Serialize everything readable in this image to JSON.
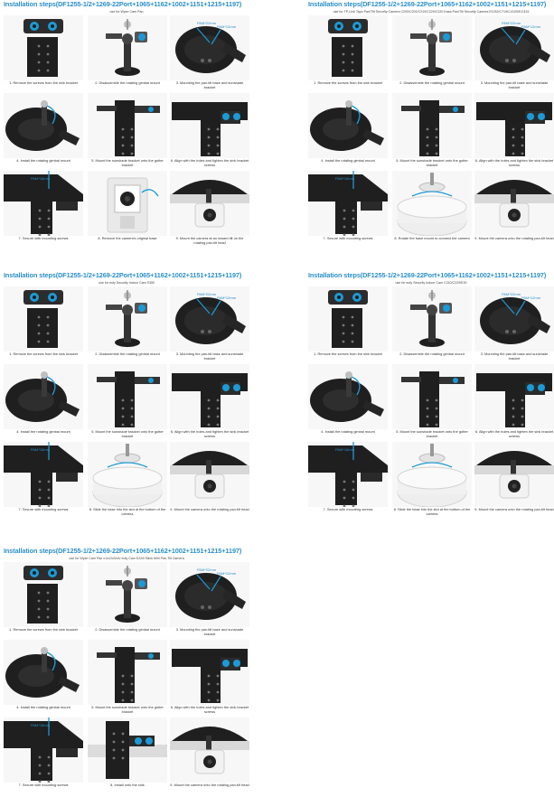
{
  "panels": [
    {
      "title": "Installation steps(DF1255-1/2+1269-22Port+1065+1162+1002+1151+1215+1197)",
      "subtitle": "use for Wyze Cam Pan",
      "steps": [
        {
          "caption": "1. Remove the screws from the sink bracket",
          "scene": "bracket-plate"
        },
        {
          "caption": "2. Disassemble the rotating gimbal mount",
          "scene": "gimbal"
        },
        {
          "caption": "3. Mounting the pan-tilt base and sunshade bracket",
          "scene": "shade",
          "labels": [
            "PAM*22mm",
            "PAM*12mm"
          ]
        },
        {
          "caption": "4. Install the rotating gimbal mount",
          "scene": "shade-gimbal"
        },
        {
          "caption": "5. Mount the sunshade bracket onto the gutter bracket",
          "scene": "gutter"
        },
        {
          "caption": "6. Align with the holes and tighten the sink bracket screws",
          "scene": "align"
        },
        {
          "caption": "7. Secure with mounting screws",
          "scene": "secure",
          "labels": [
            "PAM*18mm"
          ]
        },
        {
          "caption": "8. Remove the camera's original base",
          "scene": "camera-remove"
        },
        {
          "caption": "9. Mount the camera at an inward tilt on the rotating pan-tilt head",
          "scene": "mounted"
        }
      ]
    },
    {
      "title": "Installation steps(DF1255-1/2+1269-22Port+1065+1162+1002+1151+1215+1197)",
      "subtitle": "use for TP-Link Tapo Pan/Tilt Security Camera C200/C201/C210/C220/C220 Kasa Pan/Tilt Security Camera EC/52/C71/KC410S/KC415",
      "steps": [
        {
          "caption": "1. Remove the screws from the sink bracket",
          "scene": "bracket-plate"
        },
        {
          "caption": "2. Disassemble the rotating gimbal mount",
          "scene": "gimbal"
        },
        {
          "caption": "3. Mounting the pan-tilt base and sunshade bracket",
          "scene": "shade",
          "labels": [
            "PAM*22mm",
            "PAM*12mm"
          ]
        },
        {
          "caption": "4. Install the rotating gimbal mount",
          "scene": "shade-gimbal"
        },
        {
          "caption": "5. Mount the sunshade bracket onto the gutter bracket",
          "scene": "gutter"
        },
        {
          "caption": "6. Align with the holes and tighten the sink bracket screws",
          "scene": "align"
        },
        {
          "caption": "7. Secure with mounting screws",
          "scene": "secure",
          "labels": [
            "PAM*18mm"
          ]
        },
        {
          "caption": "8. Rotate the base mount to connect the camera",
          "scene": "base-rotate"
        },
        {
          "caption": "9. Mount the camera onto the rotating pan-tilt head",
          "scene": "mounted"
        }
      ]
    },
    {
      "title": "Installation steps(DF1255-1/2+1269-22Port+1065+1162+1002+1151+1215+1197)",
      "subtitle": "use for eufy Security Indoor Cam S350",
      "steps": [
        {
          "caption": "1. Remove the screws from the sink bracket",
          "scene": "bracket-plate"
        },
        {
          "caption": "2. Disassemble the rotating gimbal mount",
          "scene": "gimbal"
        },
        {
          "caption": "3. Mounting the pan-tilt base and sunshade bracket",
          "scene": "shade",
          "labels": [
            "PAM*22mm",
            "PAM*12mm"
          ]
        },
        {
          "caption": "4. Install the rotating gimbal mount",
          "scene": "shade-gimbal"
        },
        {
          "caption": "5. Mount the sunshade bracket onto the gutter bracket",
          "scene": "gutter"
        },
        {
          "caption": "6. Align with the holes and tighten the sink bracket screws",
          "scene": "align"
        },
        {
          "caption": "7. Secure with mounting screws",
          "scene": "secure",
          "labels": [
            "PAM*18mm"
          ]
        },
        {
          "caption": "8. Slide the base into the slot at the bottom of the camera",
          "scene": "base-rotate"
        },
        {
          "caption": "9. Mount the camera onto the rotating pan-tilt head",
          "scene": "mounted"
        }
      ]
    },
    {
      "title": "Installation steps(DF1255-1/2+1269-22Port+1065+1162+1002+1151+1215+1197)",
      "subtitle": "use for eufy Security Indoor Cam C210/C220/E30",
      "steps": [
        {
          "caption": "1. Remove the screws from the sink bracket",
          "scene": "bracket-plate"
        },
        {
          "caption": "2. Disassemble the rotating gimbal mount",
          "scene": "gimbal"
        },
        {
          "caption": "3. Mounting the pan-tilt base and sunshade bracket",
          "scene": "shade",
          "labels": [
            "PAM*22mm",
            "PAM*12mm"
          ]
        },
        {
          "caption": "4. Install the rotating gimbal mount",
          "scene": "shade-gimbal"
        },
        {
          "caption": "5. Mount the sunshade bracket onto the gutter bracket",
          "scene": "gutter"
        },
        {
          "caption": "6. Align with the holes and tighten the sink bracket screws",
          "scene": "align"
        },
        {
          "caption": "7. Secure with mounting screws",
          "scene": "secure",
          "labels": [
            "PAM*18mm"
          ]
        },
        {
          "caption": "8. Slide the base into the slot at the bottom of the camera",
          "scene": "base-rotate"
        },
        {
          "caption": "9. Mount the camera onto the rotating pan-tilt head",
          "scene": "mounted"
        }
      ]
    },
    {
      "title": "Installation steps(DF1255-1/2+1269-22Port+1065+1162+1002+1151+1215+1197)",
      "subtitle": "use for Wyze Cam Pan v1/v2/v3/v4/ eufy Cam E220/ Blink Mini Pan-Tilt Camera",
      "steps": [
        {
          "caption": "1. Remove the screws from the sink bracket",
          "scene": "bracket-plate"
        },
        {
          "caption": "2. Disassemble the rotating gimbal mount",
          "scene": "gimbal"
        },
        {
          "caption": "3. Mounting the pan-tilt base and sunshade bracket",
          "scene": "shade",
          "labels": [
            "PAM*22mm",
            "PAM*12mm"
          ]
        },
        {
          "caption": "4. Install the rotating gimbal mount",
          "scene": "shade-gimbal"
        },
        {
          "caption": "5. Mount the sunshade bracket onto the gutter bracket",
          "scene": "gutter"
        },
        {
          "caption": "6. Align with the holes and tighten the sink bracket screws",
          "scene": "align"
        },
        {
          "caption": "7. Secure with mounting screws",
          "scene": "secure",
          "labels": [
            "PAM*18mm"
          ]
        },
        {
          "caption": "8. Install onto the sink",
          "scene": "sink"
        },
        {
          "caption": "9. Mount the camera onto the rotating pan-tilt head",
          "scene": "mounted"
        }
      ]
    }
  ],
  "colors": {
    "title": "#2a8fc9",
    "metal": "#1f1f1f",
    "accent": "#1b9ad6",
    "label": "#2a8fc9"
  }
}
